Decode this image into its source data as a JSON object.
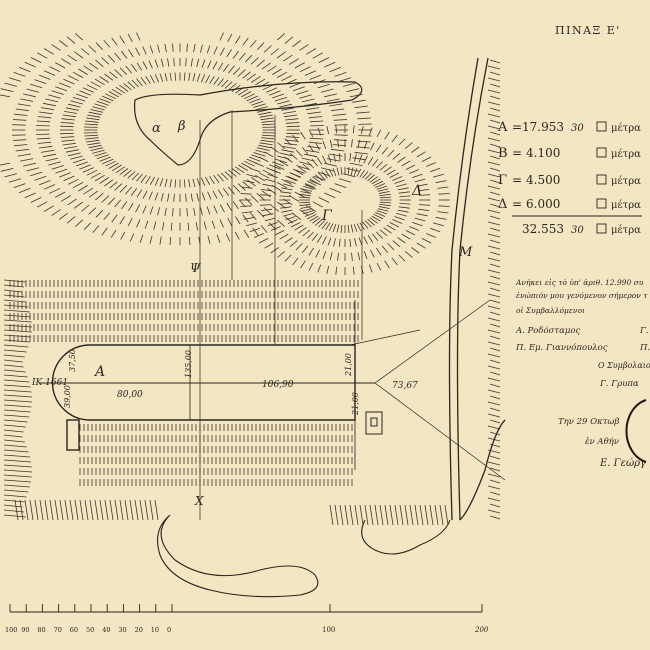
{
  "plate_title": "ΠΙΝΑΞ Ε'",
  "area_table": {
    "rows": [
      {
        "label": "Α",
        "value": "17.953",
        "dec": "30",
        "unit": "μέτρα"
      },
      {
        "label": "Β",
        "value": "4.100",
        "dec": "",
        "unit": "μέτρα"
      },
      {
        "label": "Γ",
        "value": "4.500",
        "dec": "",
        "unit": "μέτρα"
      },
      {
        "label": "Δ",
        "value": "6.000",
        "dec": "",
        "unit": "μέτρα"
      }
    ],
    "total": {
      "value": "32.553",
      "dec": "30",
      "unit": "μέτρα"
    }
  },
  "note": {
    "lines": [
      "Ανήκει εἰς τὸ ὑπ' ἀριθ. 12.990 συ",
      "ἐνώπιόν μου γενόμενον σήμερον τ",
      "οἱ Συμβαλλόμενοι"
    ],
    "signers": [
      "Α. Ροδόσταμος",
      "Π. Εμ. Γιαννόπουλος"
    ],
    "signer_right": [
      "Γ.",
      "Π."
    ],
    "notary_title": "Ο Συμβολαιογ",
    "notary_name": "Γ. Γρυπα",
    "date_lines": [
      "Την 29 Οκτωβ",
      "ἐν Αθήν",
      "Ε. Γεώργ"
    ]
  },
  "map_labels": {
    "A": "Α",
    "G": "Γ",
    "D": "Δ",
    "M": "Μ",
    "X": "Χ",
    "W": "Ψ",
    "IK": "ΙΚ 1661",
    "dim_80": "80,00",
    "dim_135": "135,00",
    "dim_106": "106,90",
    "dim_21a": "21,00",
    "dim_21b": "21,00",
    "dim_73": "73,67",
    "dim_37": "37,50",
    "dim_39": "39,00",
    "rock_a": "α",
    "rock_b": "β"
  },
  "scale_bar": {
    "ticks": [
      "100",
      "90",
      "80",
      "70",
      "60",
      "50",
      "40",
      "30",
      "20",
      "10",
      "0"
    ],
    "mid": "100",
    "end": "200"
  }
}
